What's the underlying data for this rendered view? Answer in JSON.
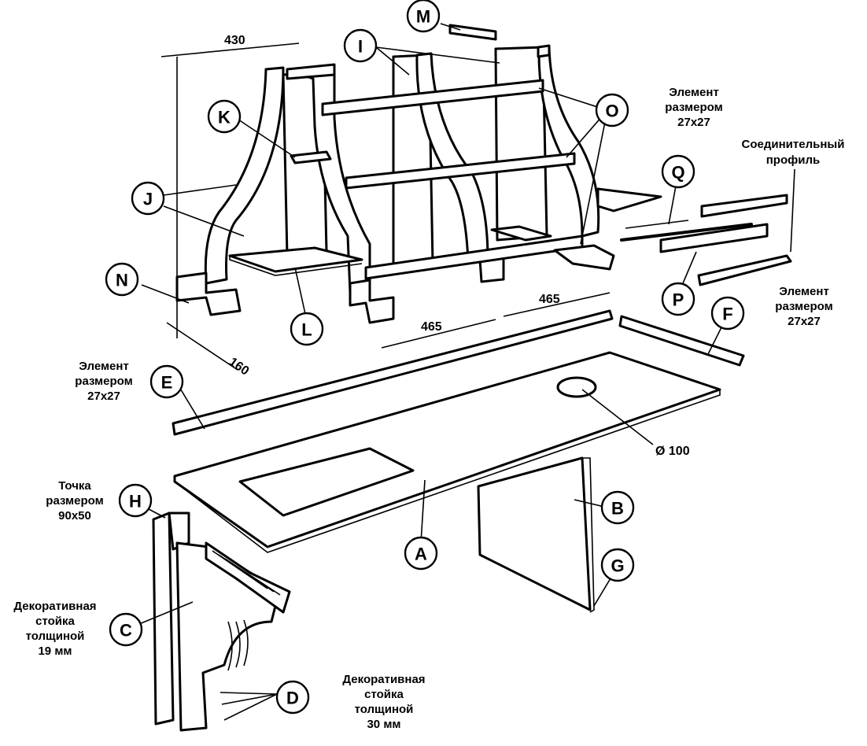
{
  "callouts": {
    "A": "A",
    "B": "B",
    "C": "C",
    "D": "D",
    "E": "E",
    "F": "F",
    "G": "G",
    "H": "H",
    "I": "I",
    "J": "J",
    "K": "K",
    "L": "L",
    "M": "M",
    "N": "N",
    "O": "O",
    "P": "P",
    "Q": "Q"
  },
  "dimensions": {
    "width_top": "430",
    "depth": "160",
    "spacing_left": "465",
    "spacing_right": "465",
    "hole_diameter": "Ø 100"
  },
  "notes": {
    "element_27_top": [
      "Элемент",
      "размером",
      "27x27"
    ],
    "connecting_profile": [
      "Соединительный",
      "профиль"
    ],
    "element_27_right": [
      "Элемент",
      "размером",
      "27x27"
    ],
    "element_27_left": [
      "Элемент",
      "размером",
      "27x27"
    ],
    "point_90x50": [
      "Точка",
      "размером",
      "90x50"
    ],
    "decor_19mm": [
      "Декоративная",
      "стойка",
      "толщиной",
      "19 мм"
    ],
    "decor_30mm": [
      "Декоративная",
      "стойка",
      "толщиной",
      "30 мм"
    ]
  }
}
